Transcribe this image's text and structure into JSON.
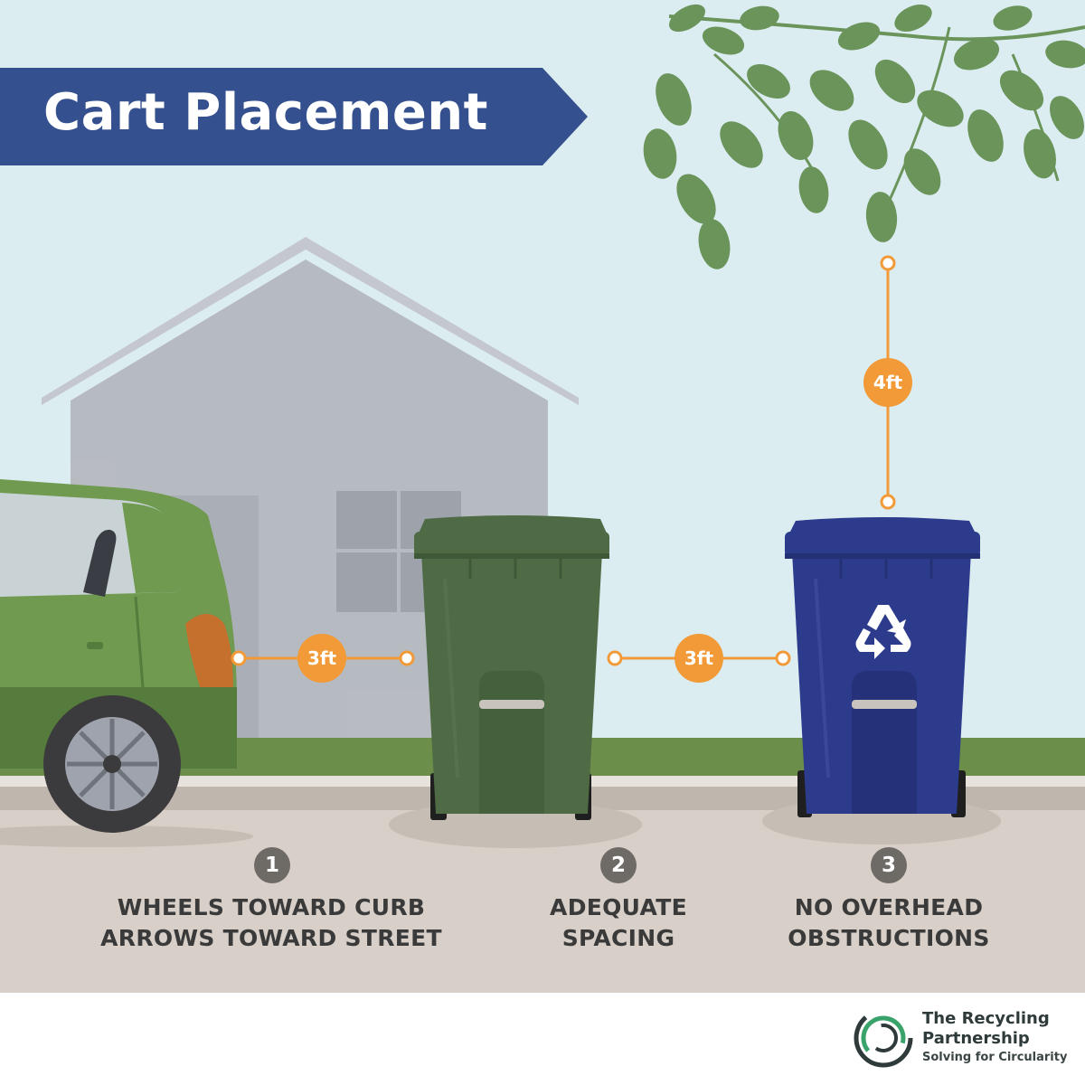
{
  "title": "Cart Placement",
  "measurements": {
    "car_to_cart": "3ft",
    "cart_to_cart": "3ft",
    "overhead": "4ft"
  },
  "steps": [
    {
      "number": "1",
      "line1": "WHEELS TOWARD CURB",
      "line2": "ARROWS TOWARD STREET"
    },
    {
      "number": "2",
      "line1": "ADEQUATE",
      "line2": "SPACING"
    },
    {
      "number": "3",
      "line1": "NO OVERHEAD",
      "line2": "OBSTRUCTIONS"
    }
  ],
  "logo": {
    "name_line1": "The Recycling",
    "name_line2": "Partnership",
    "tagline": "Solving for Circularity"
  },
  "icons": [
    "recycle-icon",
    "leaf-icon",
    "wheel-icon"
  ],
  "colors": {
    "sky": "#dcedf2",
    "banner": "#35508f",
    "orange": "#f29a38",
    "green_cart": "#4e6b45",
    "blue_cart": "#2d3b8c",
    "car": "#6f9a4f",
    "leaves": "#6a945a",
    "ground": "#d7cfc8",
    "badge": "#6e6a66"
  }
}
